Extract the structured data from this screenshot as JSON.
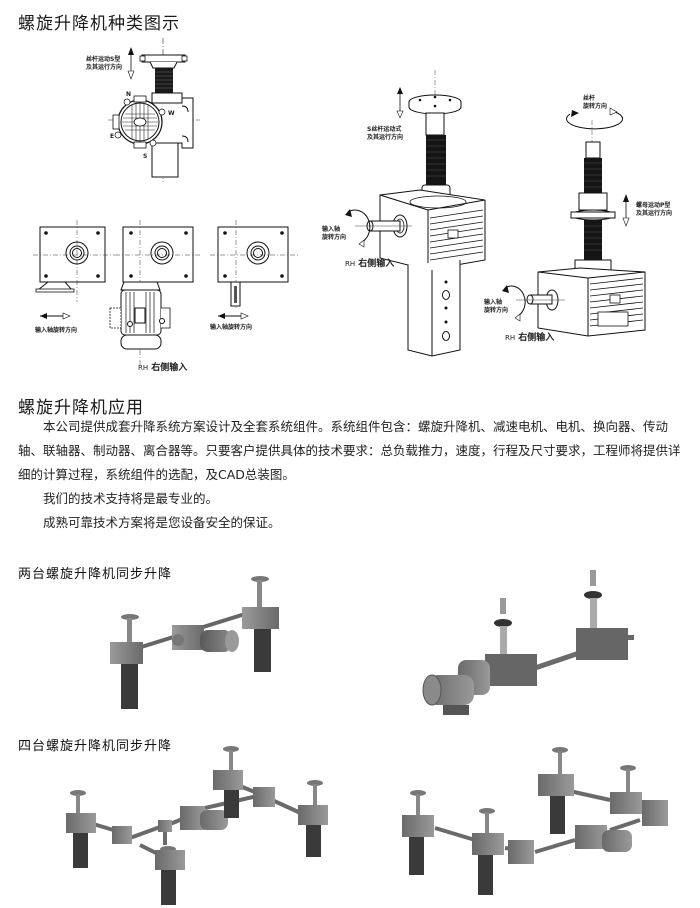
{
  "section1": {
    "title": "螺旋升降机种类图示",
    "top_drawing": {
      "motion_label_line1": "丝杆运动S型",
      "motion_label_line2": "及其运行方向",
      "compass": [
        "N",
        "W",
        "E",
        "S"
      ]
    },
    "plan_views": {
      "input_rotation_label": "输入轴旋转方向",
      "rh_label": "RH",
      "rh_text": "右侧输入"
    },
    "iso_s_type": {
      "motion_label_line1": "S丝杆运动式",
      "motion_label_line2": "及其运行方向",
      "input_label_line1": "输入轴",
      "input_label_line2": "旋转方向",
      "rh_label": "RH",
      "rh_text": "右侧输入"
    },
    "iso_p_type": {
      "screw_label_line1": "丝杆",
      "screw_label_line2": "旋转方向",
      "nut_label_line1": "螺母运动P型",
      "nut_label_line2": "及其运行方向",
      "input_label_line1": "输入轴",
      "input_label_line2": "旋转方向",
      "rh_label": "RH",
      "rh_text": "右侧输入"
    }
  },
  "section2": {
    "title": "螺旋升降机应用",
    "paragraphs": [
      "本公司提供成套升降系统方案设计及全套系统组件。系统组件包含：螺旋升降机、减速电机、电机、换向器、传动轴、联轴器、制动器、离合器等。只要客户提供具体的技术要求：总负载推力，速度，行程及尺寸要求，工程师将提供详细的计算过程，系统组件的选配，及CAD总装图。",
      "我们的技术支持将是最专业的。",
      "成熟可靠技术方案将是您设备安全的保证。"
    ]
  },
  "section3": {
    "two_unit_title": "两台螺旋升降机同步升降",
    "four_unit_title": "四台螺旋升降机同步升降"
  },
  "colors": {
    "ink": "#1a1a1a",
    "metal_dark": "#4a4a4a",
    "metal_mid": "#7a7a7a",
    "metal_light": "#b5b5b5"
  }
}
